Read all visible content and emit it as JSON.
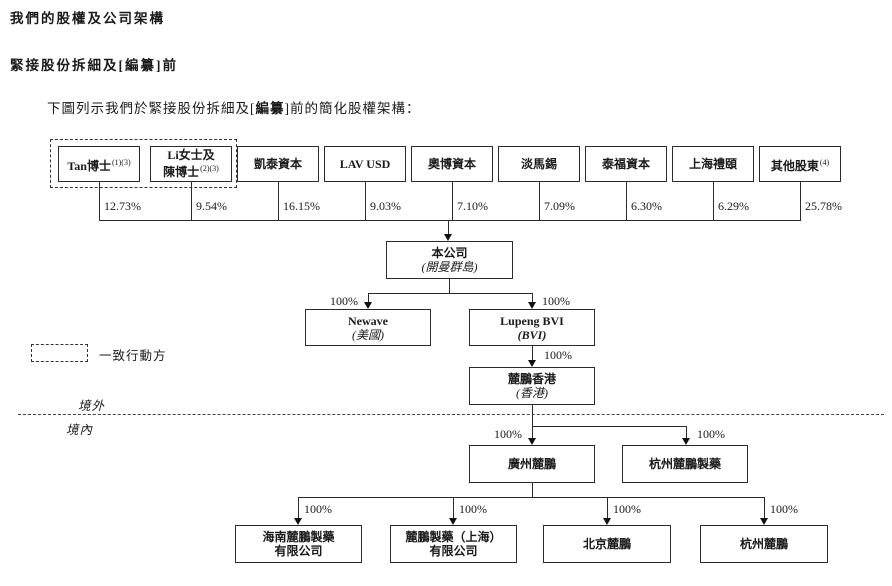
{
  "page": {
    "title": "我們的股權及公司架構",
    "subtitle": "緊接股份拆細及[編纂]前",
    "intro_pre": "下圖列示我們於緊接股份拆細及[",
    "intro_redact": "編纂",
    "intro_post": "]前的簡化股權架構："
  },
  "legend": {
    "acting_in_concert": "一致行動方"
  },
  "regions": {
    "offshore": "境外",
    "onshore": "境內"
  },
  "shareholders": [
    {
      "name": "Tan博士",
      "sup": "(1)(3)",
      "pct": "12.73%"
    },
    {
      "line1": "Li女士及",
      "line2": "陳博士",
      "sup": "(2)(3)",
      "pct": "9.54%"
    },
    {
      "name": "凱泰資本",
      "pct": "16.15%"
    },
    {
      "name": "LAV USD",
      "pct": "9.03%"
    },
    {
      "name": "奧博資本",
      "pct": "7.10%"
    },
    {
      "name": "淡馬錫",
      "pct": "7.09%"
    },
    {
      "name": "泰福資本",
      "pct": "6.30%"
    },
    {
      "name": "上海禮頤",
      "pct": "6.29%"
    },
    {
      "name": "其他股東",
      "sup": "(4)",
      "pct": "25.78%"
    }
  ],
  "company": {
    "name": "本公司",
    "place": "(開曼群島)"
  },
  "entities": {
    "newave": {
      "name": "Newave",
      "place": "(美國)",
      "pct": "100%"
    },
    "lupeng_bvi": {
      "name": "Lupeng BVI",
      "place": "(BVI)",
      "pct": "100%"
    },
    "lupeng_hk": {
      "name": "麓鵬香港",
      "place": "(香港)",
      "pct": "100%"
    },
    "guangzhou": {
      "name": "廣州麓鵬",
      "pct": "100%"
    },
    "hangzhou_pharma": {
      "name": "杭州麓鵬製藥",
      "pct": "100%"
    },
    "hainan": {
      "line1": "海南麓鵬製藥",
      "line2": "有限公司",
      "pct": "100%"
    },
    "shanghai": {
      "line1": "麓鵬製藥（上海）",
      "line2": "有限公司",
      "pct": "100%"
    },
    "beijing": {
      "name": "北京麓鵬",
      "pct": "100%"
    },
    "hangzhou": {
      "name": "杭州麓鵬",
      "pct": "100%"
    }
  }
}
